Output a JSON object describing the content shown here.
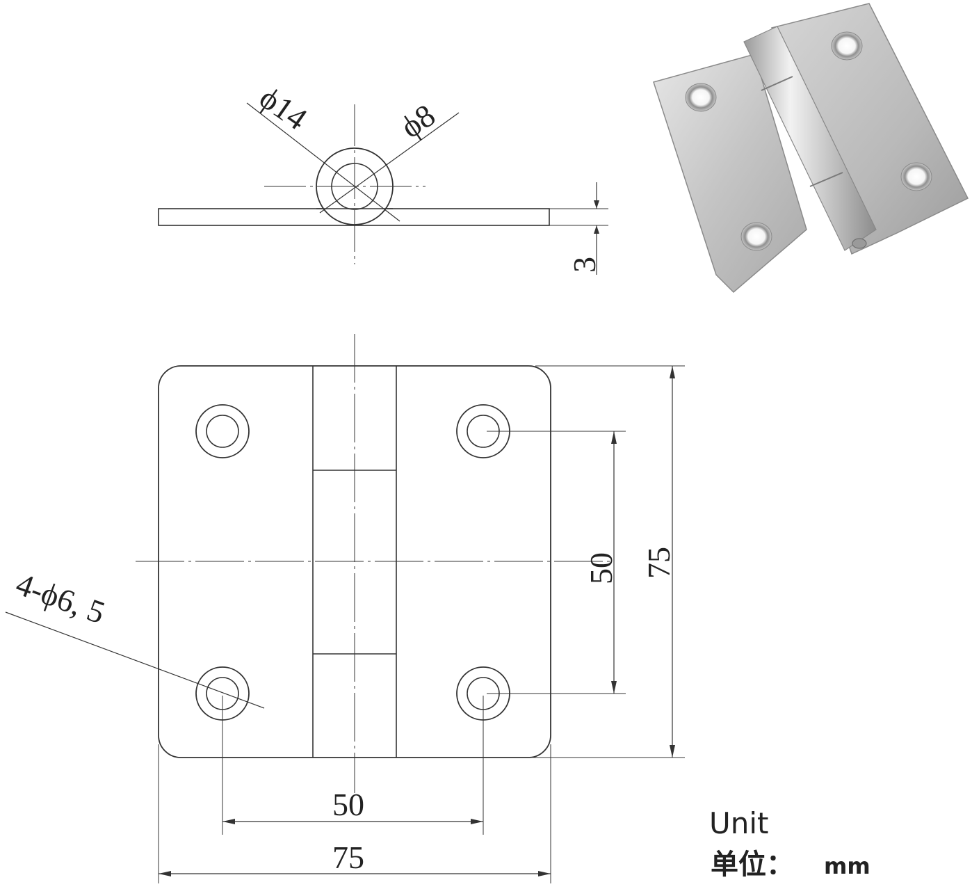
{
  "drawing": {
    "side_view": {
      "outer_diameter_label": "ϕ14",
      "pin_diameter_label": "ϕ8",
      "thickness_label": "3"
    },
    "front_view": {
      "hole_spacing_vertical_label": "50",
      "height_label": "75",
      "hole_spacing_horizontal_label": "50",
      "width_label": "75",
      "holes_label": "4-ϕ6, 5"
    },
    "unit_note": {
      "line1": "Unit",
      "line2_cn": "单位：",
      "line2_unit": "mm"
    }
  },
  "photo": {
    "subject": "stainless-steel-butt-hinge",
    "colors": {
      "metal_light": "#dcdcdc",
      "metal_mid": "#b5b5b5",
      "metal_dark": "#8a8a8a"
    }
  }
}
